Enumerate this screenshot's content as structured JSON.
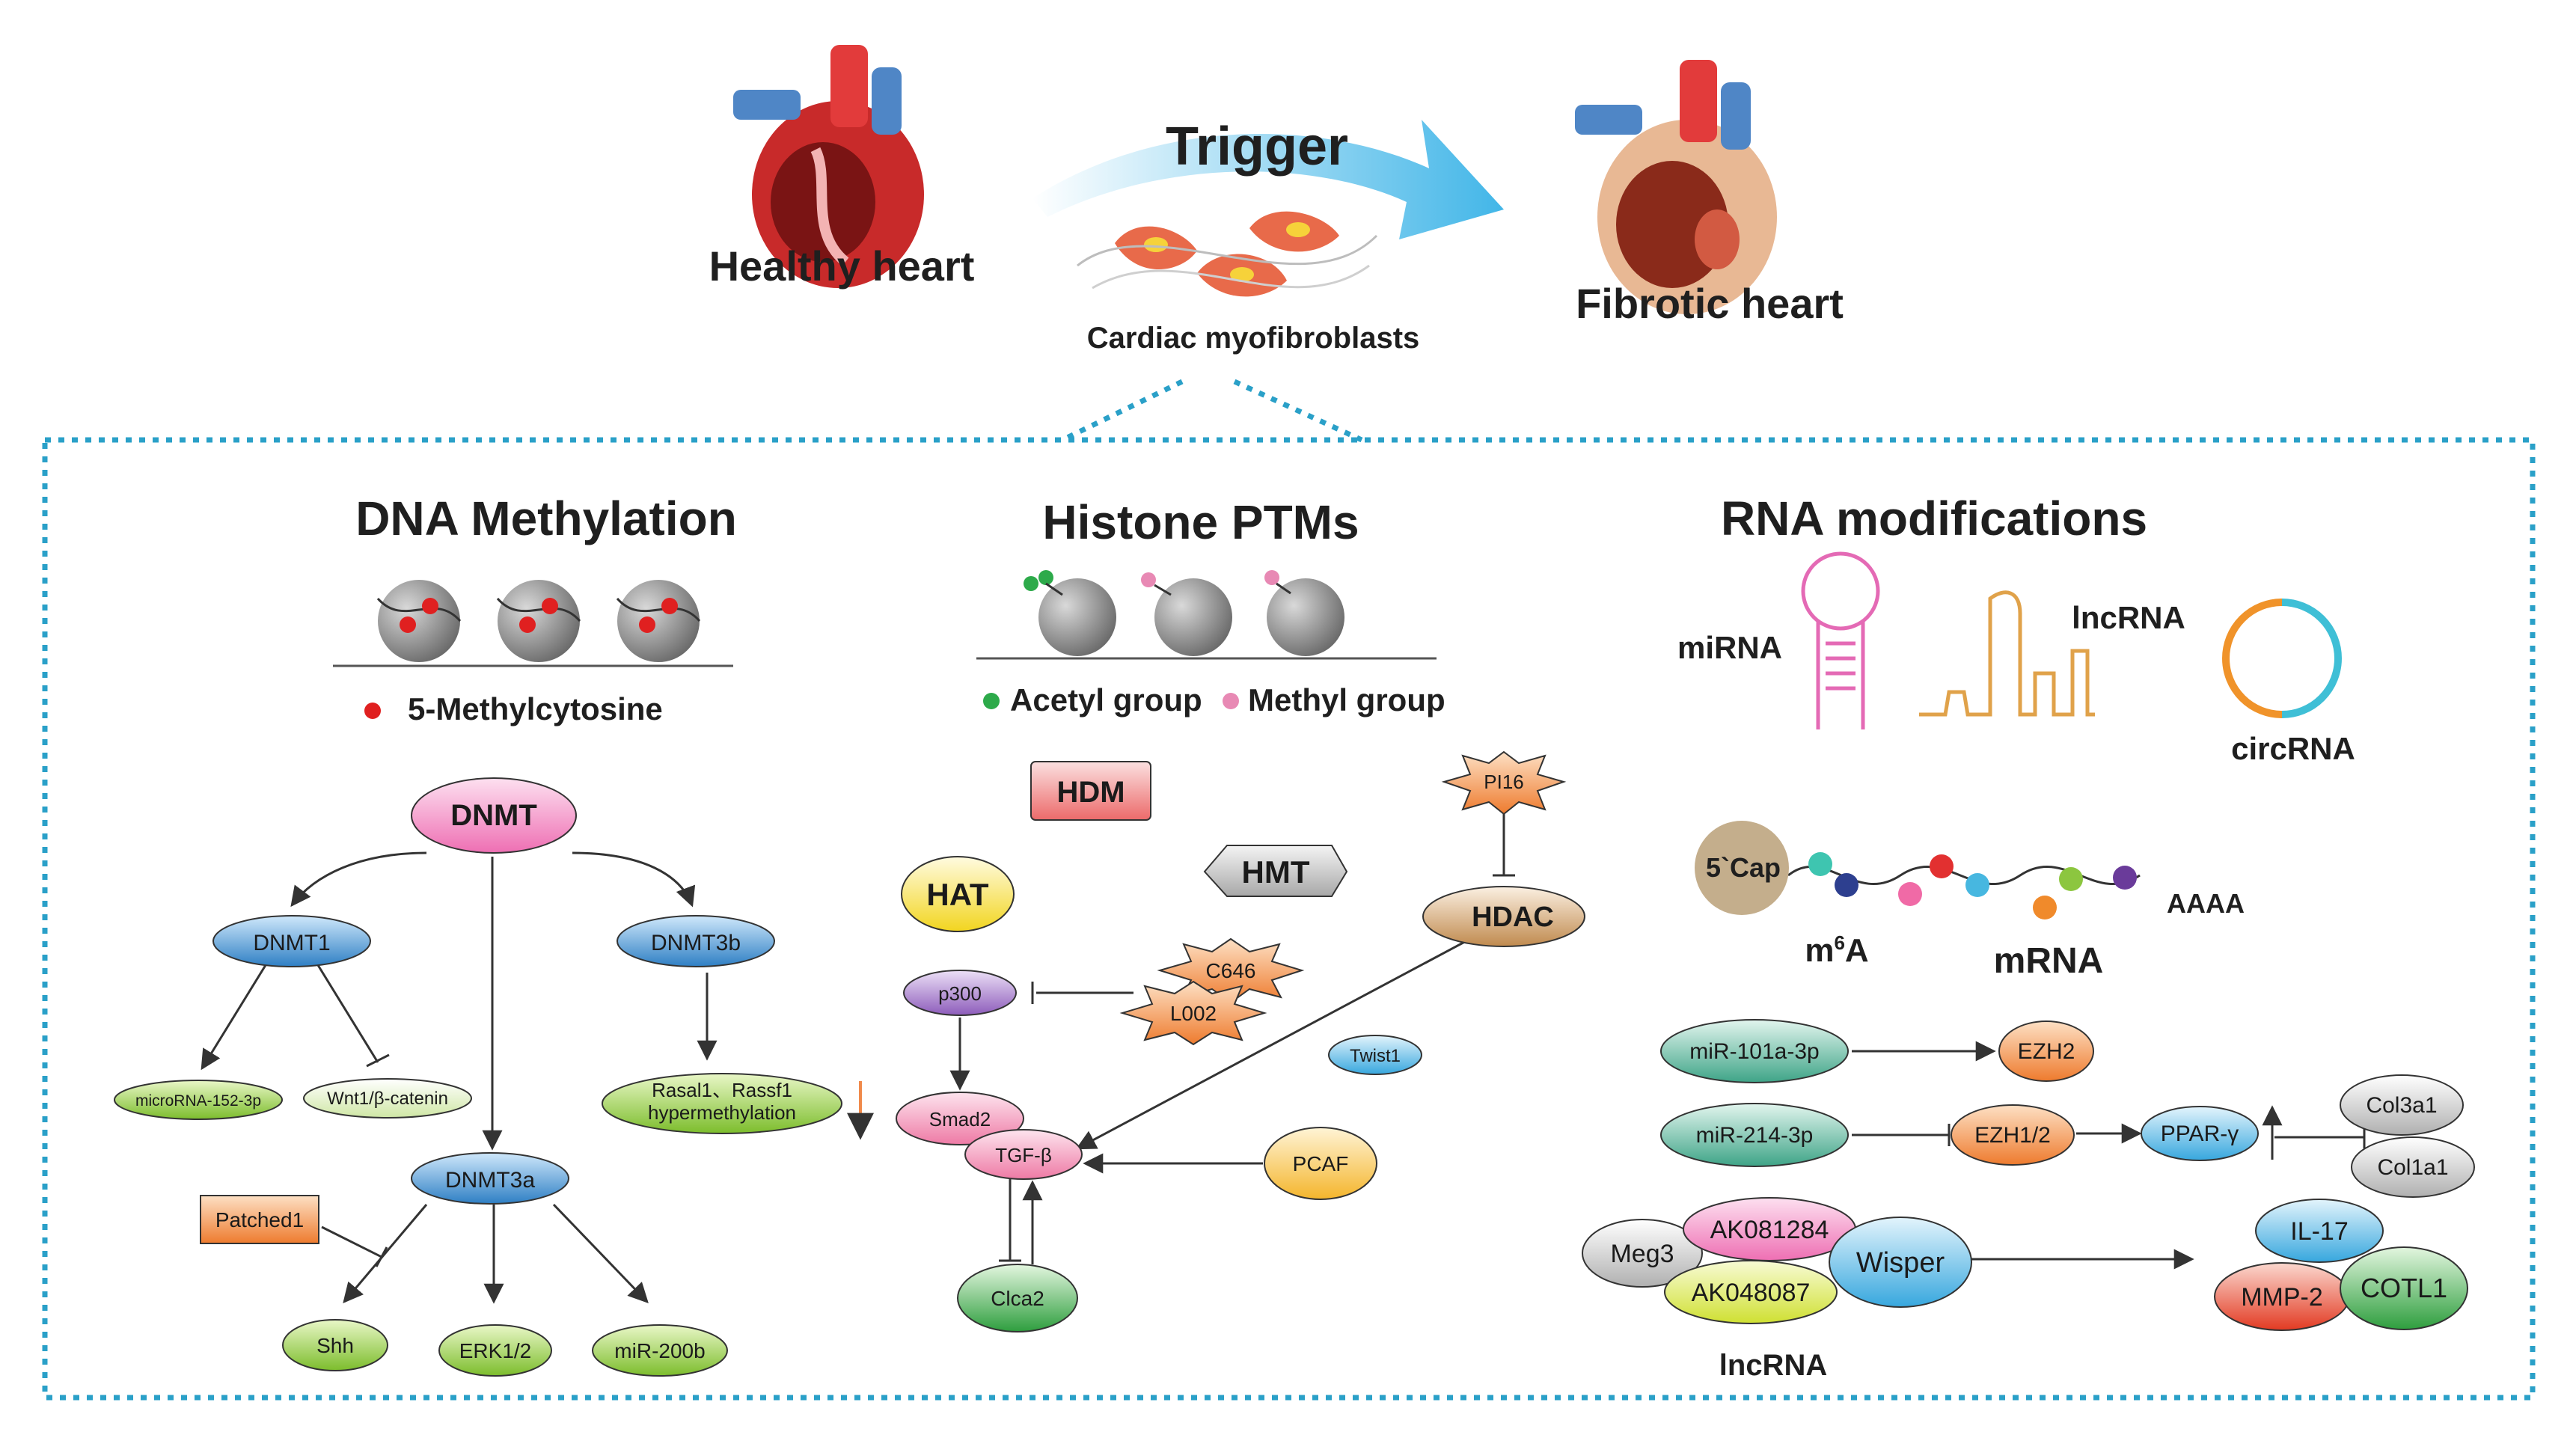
{
  "top": {
    "healthy_label": "Healthy heart",
    "trigger_label": "Trigger",
    "fibrotic_label": "Fibrotic heart",
    "myofibroblast_label": "Cardiac myofibroblasts"
  },
  "dna": {
    "title": "DNA Methylation",
    "legend": "5-Methylcytosine",
    "nodes": {
      "dnmt": "DNMT",
      "dnmt1": "DNMT1",
      "dnmt3b": "DNMT3b",
      "dnmt3a": "DNMT3a",
      "microrna152": "microRNA-152-3p",
      "wnt": "Wnt1/β-catenin",
      "rasal_line1": "Rasal1、Rassf1",
      "rasal_line2": "hypermethylation",
      "patched": "Patched1",
      "shh": "Shh",
      "erk": "ERK1/2",
      "mir200b": "miR-200b"
    }
  },
  "histone": {
    "title": "Histone PTMs",
    "legend_acetyl": "Acetyl group",
    "legend_methyl": "Methyl group",
    "nodes": {
      "hdm": "HDM",
      "hat": "HAT",
      "hmt": "HMT",
      "pi16": "PI16",
      "hdac": "HDAC",
      "p300": "p300",
      "c646": "C646",
      "l002": "L002",
      "twist1": "Twist1",
      "smad2": "Smad2",
      "tgfb": "TGF-β",
      "pcaf": "PCAF",
      "clca2": "Clca2"
    }
  },
  "rna": {
    "title": "RNA modifications",
    "mirna": "miRNA",
    "lncrna": "lncRNA",
    "circrna": "circRNA",
    "cap": "5`Cap",
    "polya": "AAAA",
    "m6a_base": "m",
    "m6a_sup": "6",
    "m6a_end": "A",
    "mrna": "mRNA",
    "nodes": {
      "mir101": "miR-101a-3p",
      "ezh2": "EZH2",
      "mir214": "miR-214-3p",
      "ezh12": "EZH1/2",
      "ppar": "PPAR-γ",
      "col3a1": "Col3a1",
      "col1a1": "Col1a1",
      "meg3": "Meg3",
      "ak081284": "AK081284",
      "ak048087": "AK048087",
      "wisper": "Wisper",
      "il17": "IL-17",
      "mmp2": "MMP-2",
      "cotl1": "COTL1",
      "lncrna_bottom": "lncRNA"
    }
  },
  "colors": {
    "dotted_border": "#2aa0c8",
    "trigger_arrow": "#5ec3ea",
    "methyl_dot": "#e02020",
    "acetyl_dot": "#2daa4a",
    "methyl_group_dot": "#e889b4",
    "dnmt": "#f7a8d3",
    "dnmt_blue": "#3f8ecf",
    "green_node": "#8cc63f",
    "hdm": "#f08080",
    "hat": "#f6e23a",
    "hdac": "#d9a875",
    "p300": "#9b6fc1",
    "pcaf": "#f7c244",
    "star": "#f4885a",
    "teal": "#4fb59b",
    "orange": "#f08a4b",
    "blue_light": "#4fb5e6",
    "grey": "#c8c8c8",
    "pink": "#f06aa6",
    "yellow": "#d8e84a",
    "red": "#e8432c",
    "green": "#4cb648"
  }
}
